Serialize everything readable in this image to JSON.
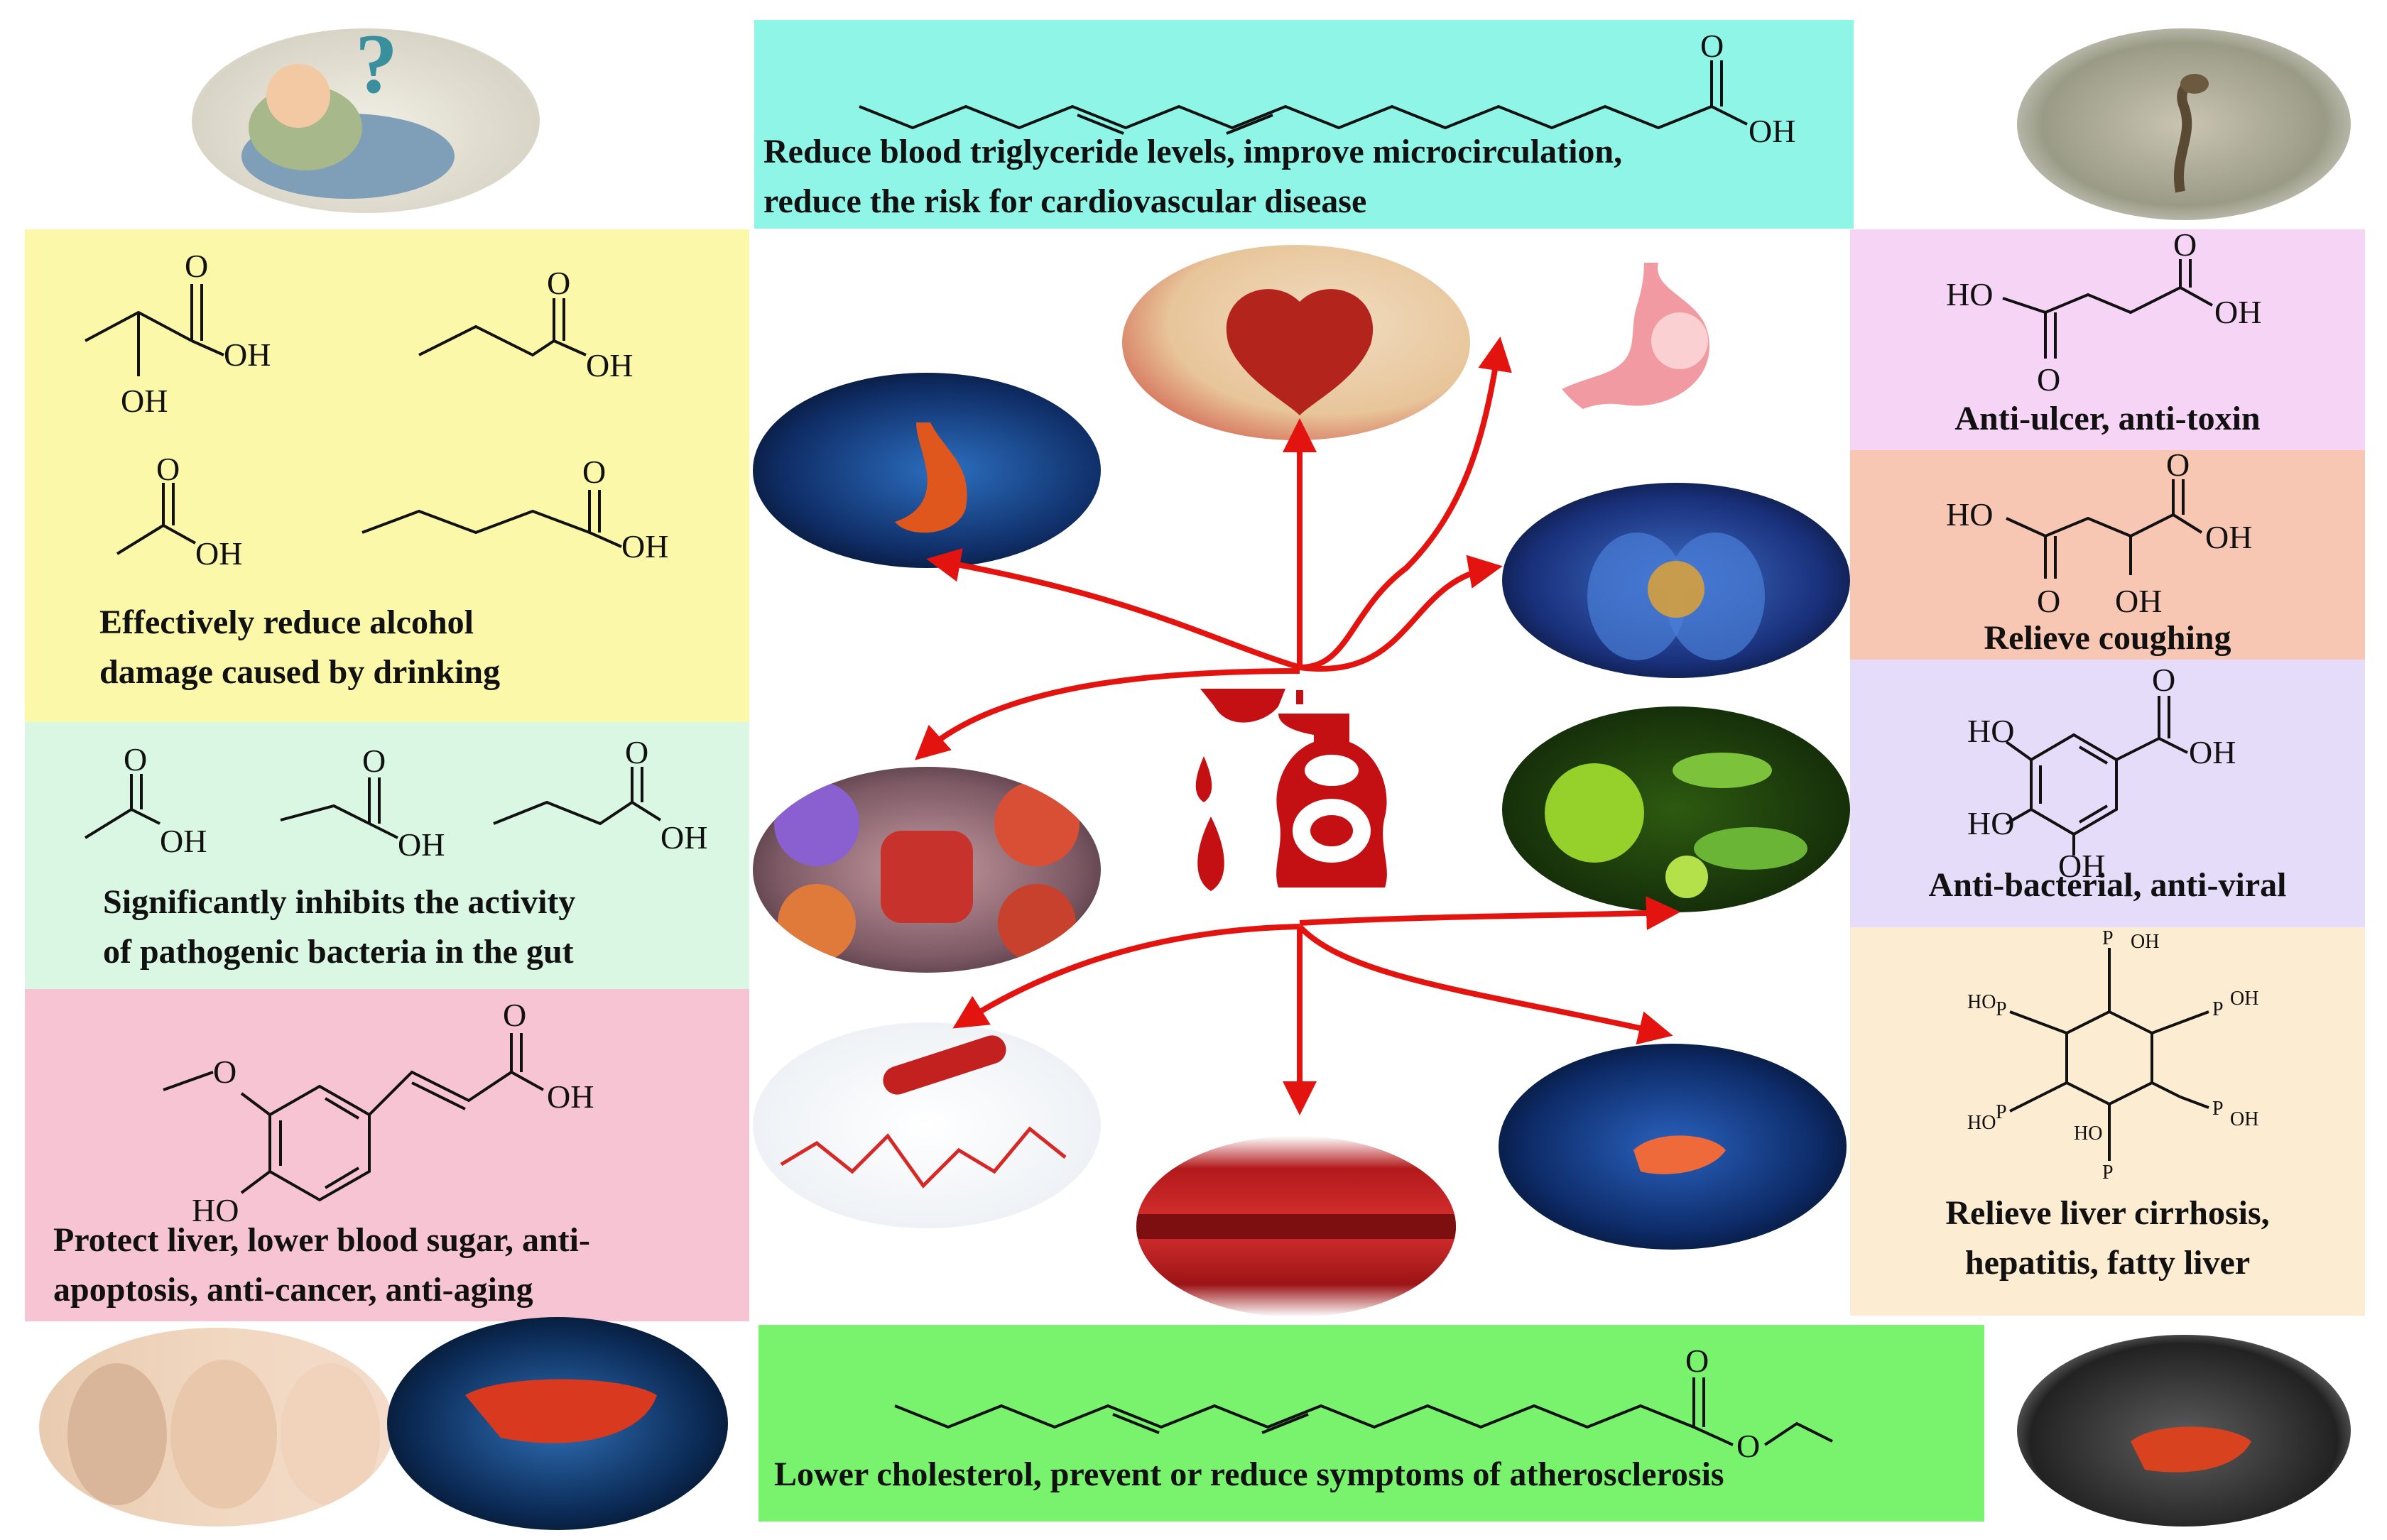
{
  "colors": {
    "top_box": "#8ff5e6",
    "yellow_box": "#fbf8aa",
    "mint_box": "#d9f7e2",
    "pink_box": "#f7c4d4",
    "bottom_box": "#79f26d",
    "violet_box": "#f6d4f6",
    "salmon_box": "#f8c7b4",
    "lavender_box": "#e4dcf8",
    "peach_box": "#fbecd2",
    "arrow_red": "#e3140f",
    "wine_red": "#c40f13"
  },
  "top": {
    "caption_line1": "Reduce blood triglyceride levels, improve microcirculation,",
    "caption_line2": "reduce the risk for cardiovascular disease"
  },
  "bottom": {
    "caption": "Lower cholesterol, prevent or reduce symptoms of atherosclerosis"
  },
  "left": {
    "alcohol": {
      "caption_line1": "Effectively reduce alcohol",
      "caption_line2": "damage caused by drinking"
    },
    "bacteria": {
      "caption_line1": "Significantly inhibits the activity",
      "caption_line2": "of pathogenic bacteria in the gut"
    },
    "liver": {
      "caption_line1": "Protect liver, lower blood sugar, anti-",
      "caption_line2": "apoptosis, anti-cancer, anti-aging"
    }
  },
  "right": {
    "ulcer": {
      "caption": "Anti-ulcer, anti-toxin"
    },
    "cough": {
      "caption": "Relieve coughing"
    },
    "antibacterial": {
      "caption": "Anti-bacterial, anti-viral"
    },
    "cirrhosis": {
      "caption_line1": "Relieve liver cirrhosis,",
      "caption_line2": "hepatitis, fatty liver"
    }
  },
  "atoms": {
    "o": "O",
    "oh": "OH",
    "ho": "HO",
    "p": "P",
    "ho_gallic": "HO"
  },
  "icons": {
    "drinker": "drunk-man-icon",
    "cobra": "cobra-icon",
    "heart": "heart-icon",
    "stomach": "stomach-icon",
    "lungs": "lungs-icon",
    "microbes": "microbes-icon",
    "intestine": "intestine-icon",
    "blood_test": "blood-test-icon",
    "vessel": "blood-vessel-icon",
    "liver": "liver-icon",
    "faces": "aging-faces-icon",
    "wine": "wine-icon"
  }
}
